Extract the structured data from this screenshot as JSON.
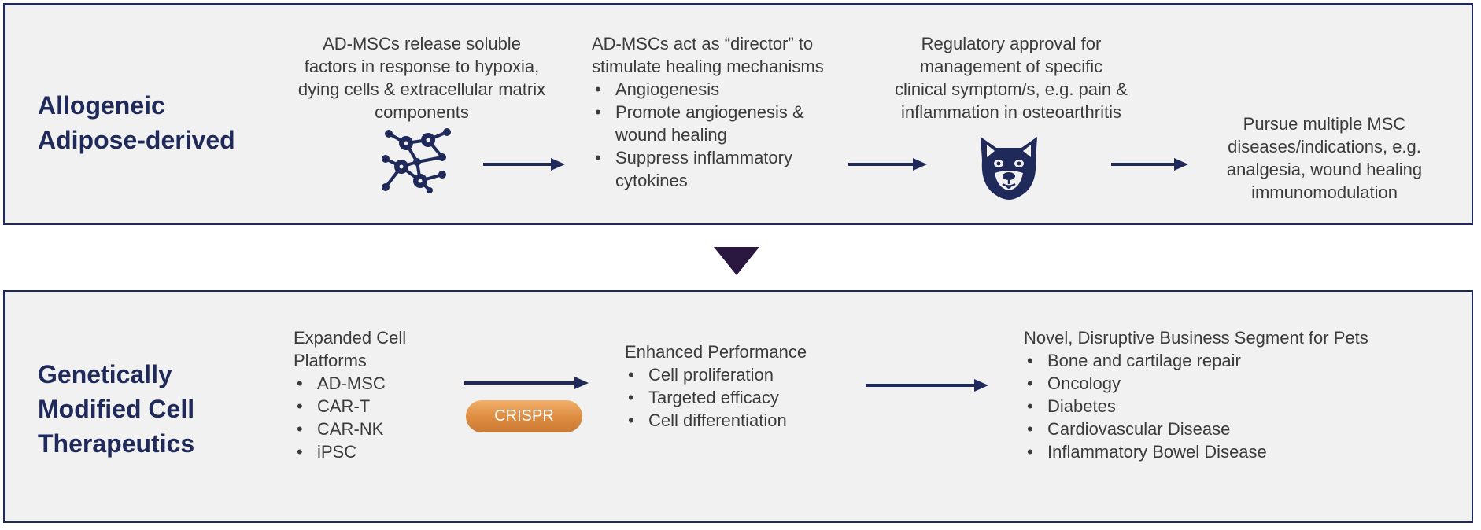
{
  "row1": {
    "title_lines": [
      "Allogeneic",
      "Adipose-derived"
    ],
    "step1_lines": [
      "AD-MSCs release soluble",
      "factors in response to hypoxia,",
      "dying cells & extracellular matrix",
      "components"
    ],
    "step2_heading_lines": [
      "AD-MSCs act as “director” to",
      "stimulate healing mechanisms"
    ],
    "step2_bullets": [
      "Angiogenesis",
      "Promote angiogenesis & wound healing",
      "Suppress inflammatory cytokines"
    ],
    "step3_lines": [
      "Regulatory approval for",
      "management of specific",
      "clinical symptom/s, e.g. pain &",
      "inflammation in osteoarthritis"
    ],
    "step4_lines": [
      "Pursue multiple MSC",
      "diseases/indications, e.g.",
      "analgesia, wound healing",
      "immunomodulation"
    ]
  },
  "row2": {
    "title_lines": [
      "Genetically",
      "Modified Cell",
      "Therapeutics"
    ],
    "platforms_heading_lines": [
      "Expanded Cell",
      "Platforms"
    ],
    "platforms": [
      "AD-MSC",
      "CAR-T",
      "CAR-NK",
      "iPSC"
    ],
    "crispr_label": "CRISPR",
    "performance_heading": "Enhanced Performance",
    "performance_items": [
      "Cell proliferation",
      "Targeted efficacy",
      "Cell differentiation"
    ],
    "segment_heading": "Novel, Disruptive Business Segment for Pets",
    "segment_items": [
      "Bone and cartilage repair",
      "Oncology",
      "Diabetes",
      "Cardiovascular Disease",
      "Inflammatory Bowel Disease"
    ]
  },
  "colors": {
    "navy": "#1f2a5a",
    "panel_bg": "#f1f1f1",
    "crispr_orange": "#dc8b3f",
    "triangle": "#2b1840"
  },
  "icons": [
    "molecule-network-icon",
    "dog-face-icon",
    "right-arrow-icon",
    "down-triangle-icon"
  ]
}
